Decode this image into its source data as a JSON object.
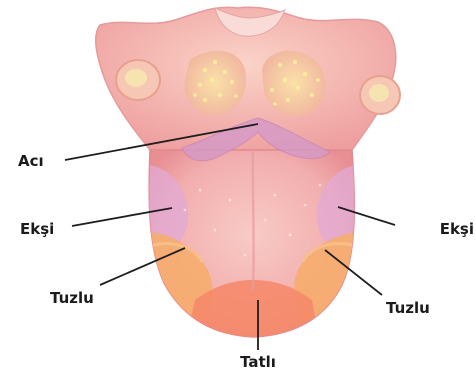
{
  "labels": {
    "bitter": "Acı",
    "sour_left": "Ekşi",
    "sour_right": "Ekşi",
    "salty_left": "Tuzlu",
    "salty_right": "Tuzlu",
    "sweet": "Tatlı"
  },
  "colors": {
    "tongue_base": "#f0a2a4",
    "tongue_center": "#f7c6c4",
    "bitter_zone": "#d79ac6",
    "sour_zone": "#e2a9d6",
    "salty_zone": "#f6ad6e",
    "sweet_zone": "#f58a6a",
    "papillae_yellow": "#f7e6a2",
    "leader_line": "#1e1e1e",
    "label_text": "#1b1b1b"
  }
}
